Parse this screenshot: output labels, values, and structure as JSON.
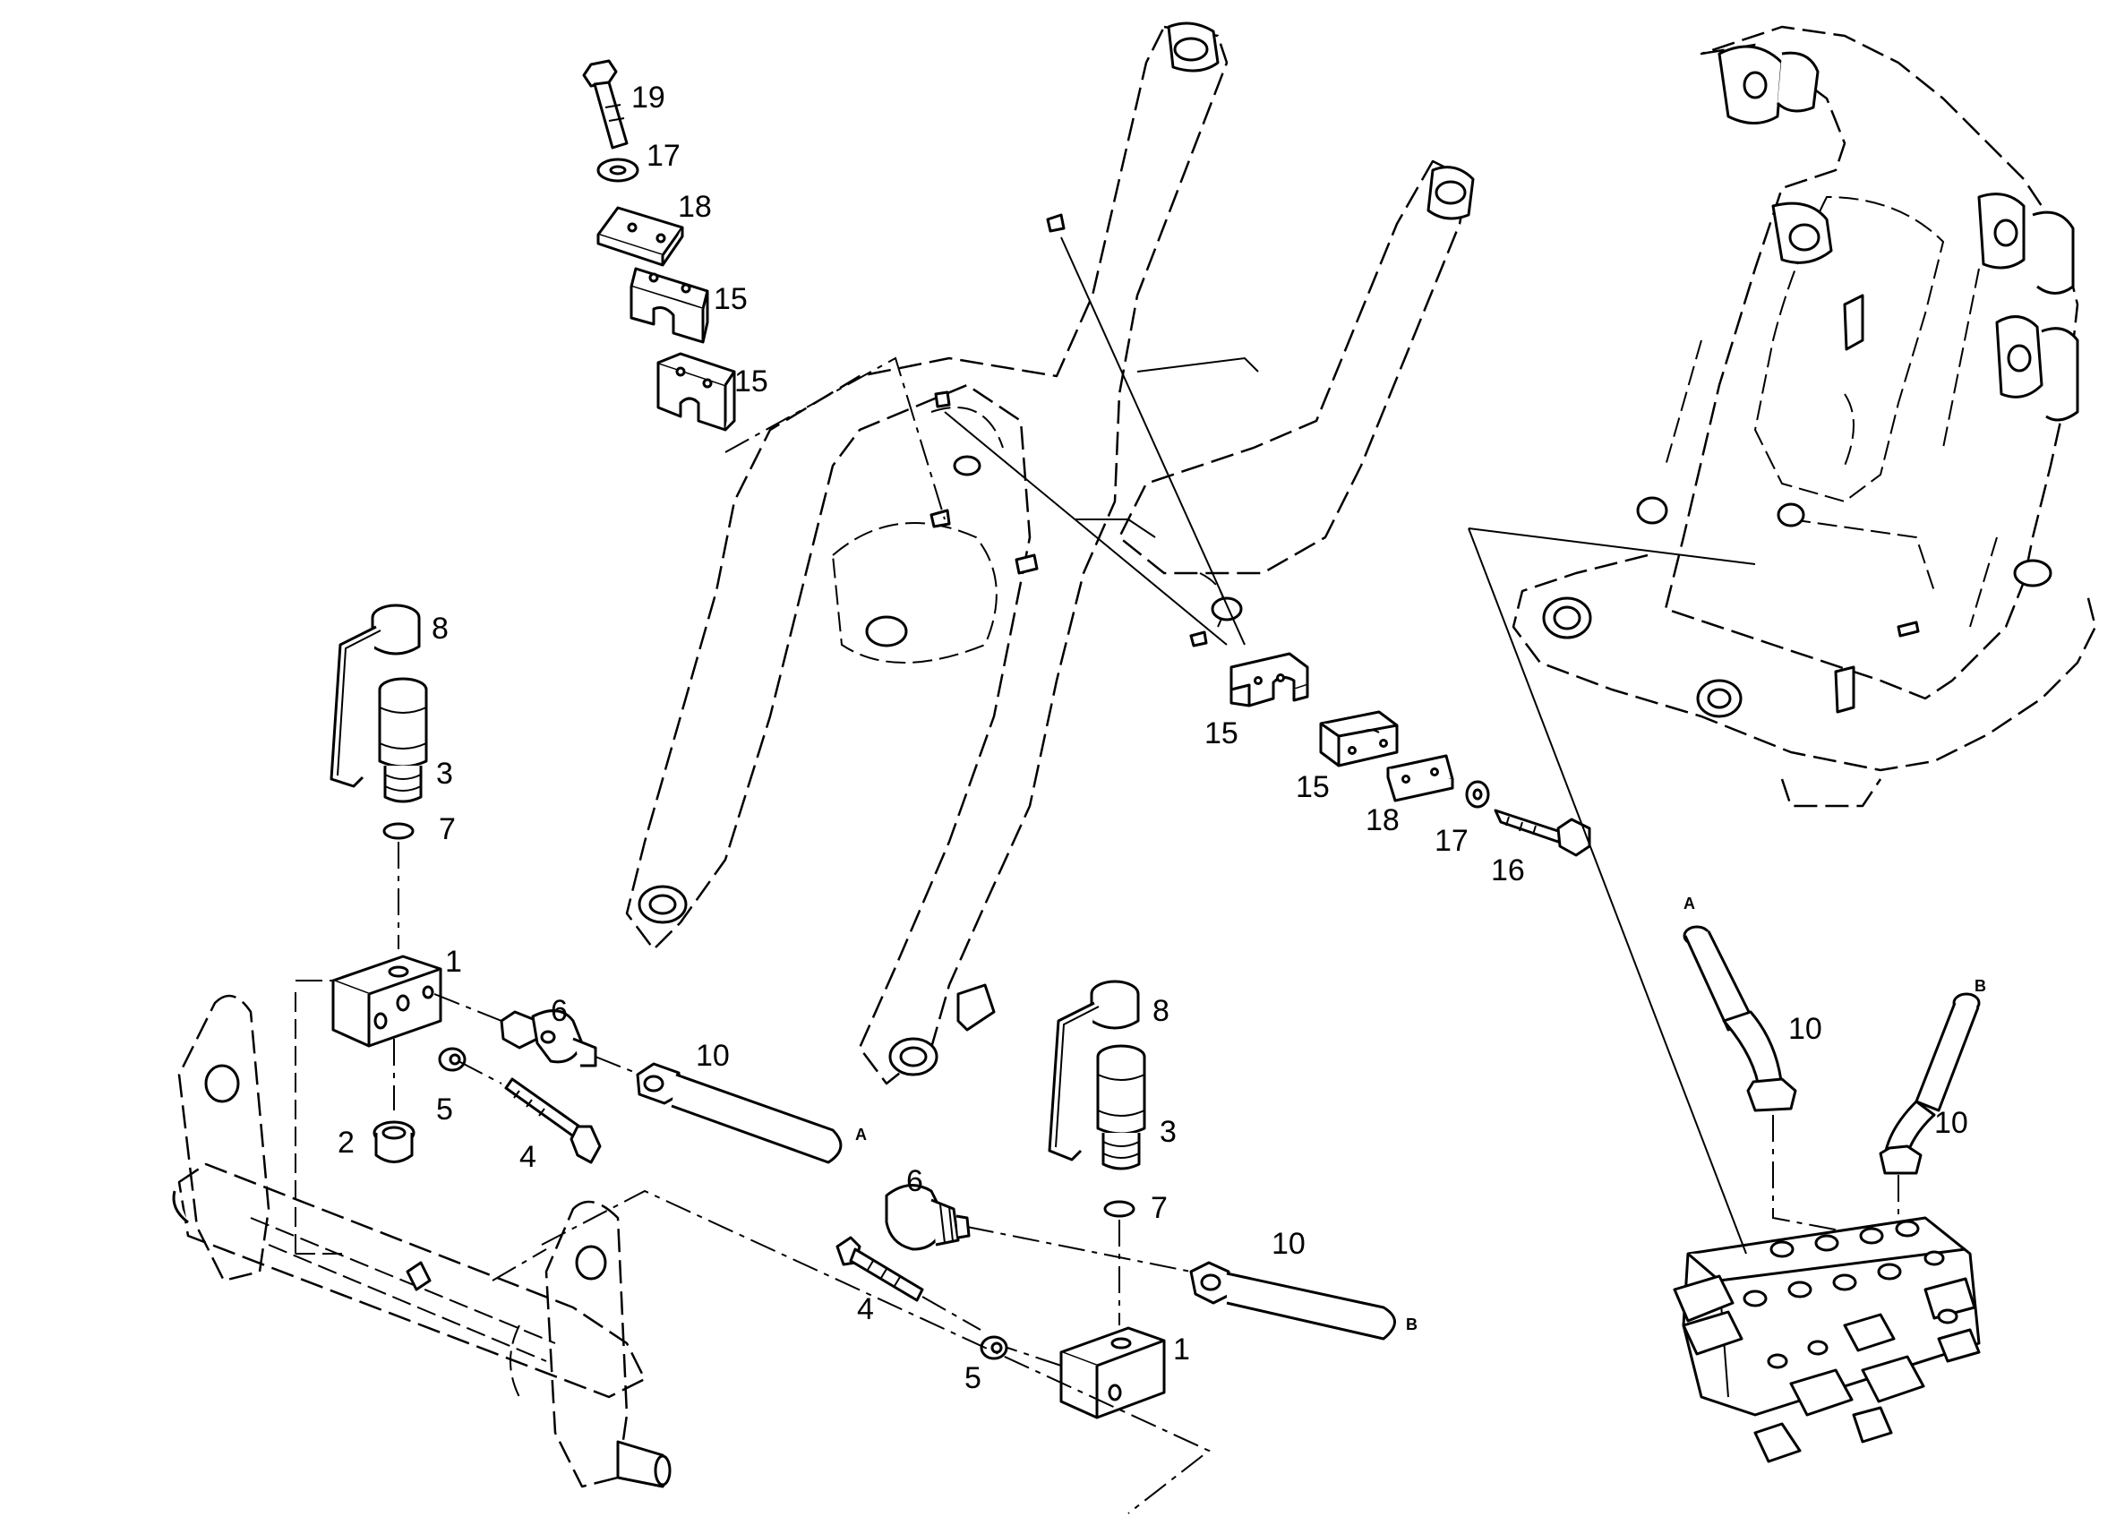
{
  "labels": {
    "p19": "19",
    "p17_top": "17",
    "p18_top": "18",
    "p15_a": "15",
    "p15_b": "15",
    "p8_left": "8",
    "p3_left": "3",
    "p7_left": "7",
    "p1_left": "1",
    "p6_left": "6",
    "p10_left": "10",
    "p5_left": "5",
    "p2": "2",
    "p4_left": "4",
    "p15_c": "15",
    "p15_d": "15",
    "p18_right": "18",
    "p17_right": "17",
    "p16": "16",
    "p8_mid": "8",
    "p3_mid": "3",
    "p7_mid": "7",
    "p6_mid": "6",
    "p10_mid": "10",
    "p4_mid": "4",
    "p5_mid": "5",
    "p1_mid": "1",
    "p10_right_a": "10",
    "p10_right_b": "10",
    "port_a_left": "A",
    "port_b_mid": "B",
    "port_a_right": "A",
    "port_b_right": "B"
  },
  "colors": {
    "line": "#000000",
    "background": "#ffffff"
  }
}
